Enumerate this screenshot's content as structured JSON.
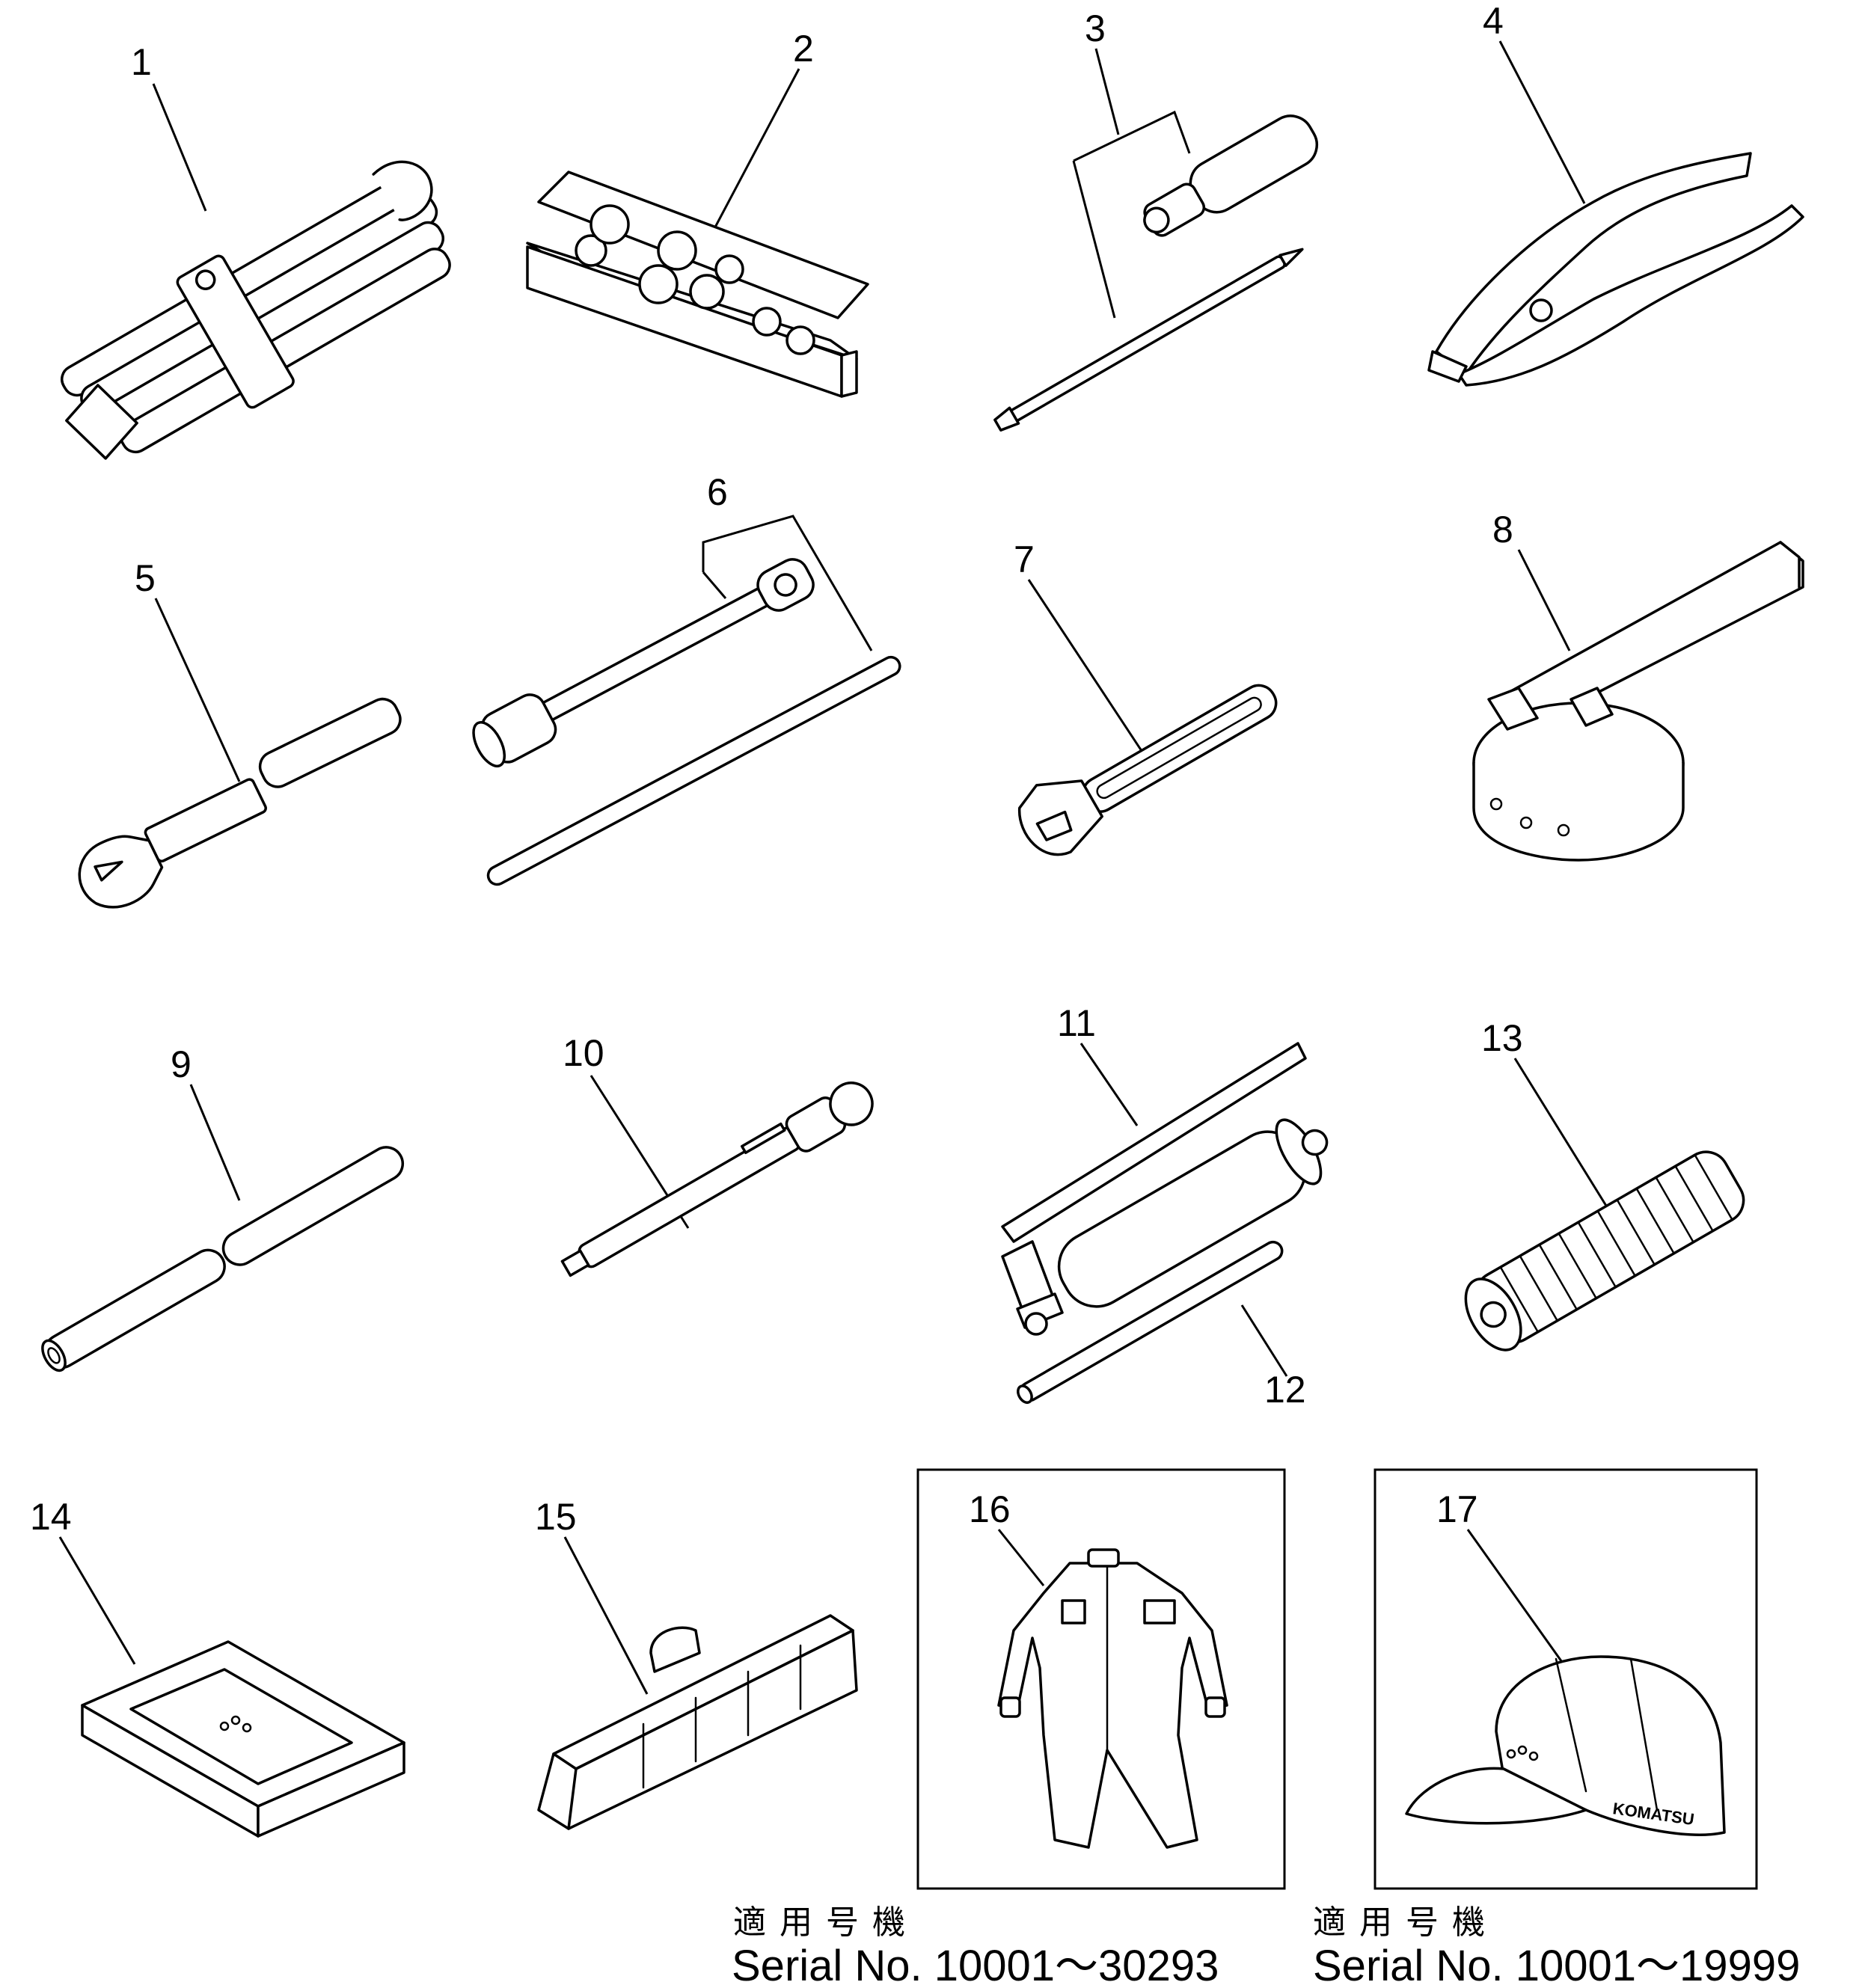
{
  "callouts": [
    "1",
    "2",
    "3",
    "4",
    "5",
    "6",
    "7",
    "8",
    "9",
    "10",
    "11",
    "12",
    "13",
    "14",
    "15",
    "16",
    "17"
  ],
  "notes": [
    {
      "label": "適用号機",
      "serial": "Serial No. 10001～30293"
    },
    {
      "label": "適用号機",
      "serial": "Serial No. 10001～19999"
    }
  ],
  "cap_logo": "KOMATSU"
}
